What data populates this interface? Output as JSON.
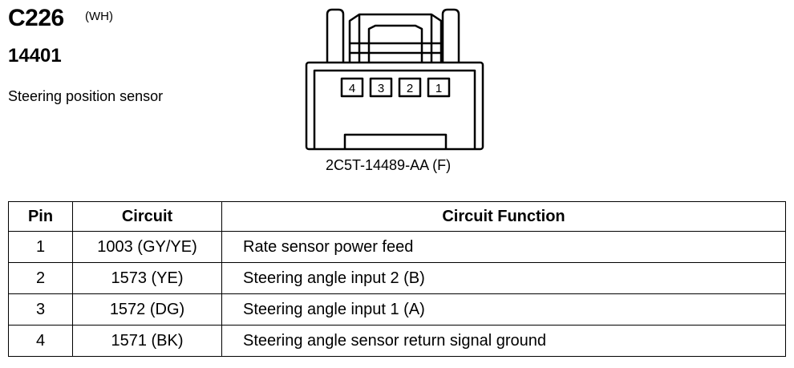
{
  "connector": {
    "id": "C226",
    "color_code": "(WH)",
    "part_number": "14401",
    "description": "Steering position sensor",
    "connector_part": "2C5T-14489-AA (F)",
    "cavities": [
      "4",
      "3",
      "2",
      "1"
    ]
  },
  "table": {
    "headers": {
      "pin": "Pin",
      "circuit": "Circuit",
      "function": "Circuit Function"
    },
    "rows": [
      {
        "pin": "1",
        "circuit": "1003 (GY/YE)",
        "function": "Rate sensor power feed"
      },
      {
        "pin": "2",
        "circuit": "1573 (YE)",
        "function": "Steering angle input 2 (B)"
      },
      {
        "pin": "3",
        "circuit": "1572 (DG)",
        "function": "Steering angle input 1 (A)"
      },
      {
        "pin": "4",
        "circuit": "1571 (BK)",
        "function": "Steering angle sensor return signal ground"
      }
    ]
  }
}
